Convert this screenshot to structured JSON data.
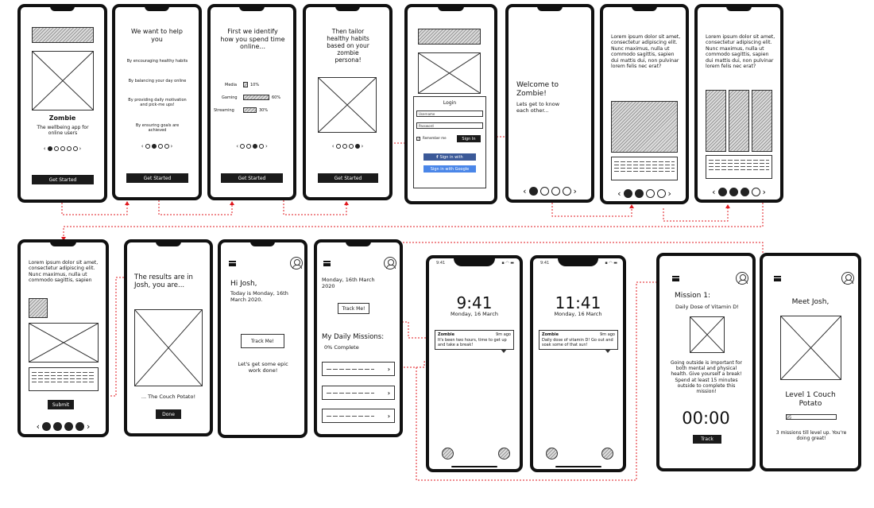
{
  "colors": {
    "flow": "#e0191f",
    "ink": "#111111",
    "facebook": "#3b5998",
    "google": "#4a86e8"
  },
  "s1": {
    "title": "Zombie",
    "tagline": "The wellbeing app for online users",
    "btn": "Get Started"
  },
  "s2": {
    "heading": "We want to help you",
    "items": [
      "By encouraging healthy habits",
      "By balancing your day online",
      "By providing daily motivation and pick-me ups!",
      "By ensuring goals are achieved"
    ],
    "btn": "Get Started"
  },
  "s3": {
    "heading": "First we identify how you spend time online...",
    "media": [
      {
        "label": "Media",
        "value": "10%",
        "fraction": 0.1
      },
      {
        "label": "Gaming",
        "value": "60%",
        "fraction": 0.6
      },
      {
        "label": "Streaming",
        "value": "30%",
        "fraction": 0.3
      }
    ],
    "btn": "Get Started"
  },
  "s4": {
    "heading": "Then tailor healthy habits based on your zombie persona!",
    "btn": "Get Started"
  },
  "s5": {
    "login_title": "Login",
    "username_ph": "Username",
    "password_ph": "Password",
    "remember": "Remember me",
    "signin": "Sign In",
    "facebook": "Sign in with",
    "google": "Sign in with Google"
  },
  "s6": {
    "heading": "Welcome to Zombie!",
    "sub": "Lets get to know each other..."
  },
  "s7": {
    "lorem": "Lorem ipsum dolor sit amet, consectetur adipiscing elit. Nunc maximus, nulla ut commodo sagittis, sapien dui mattis dui, non pulvinar lorem felis nec erat?"
  },
  "s8": {
    "lorem": "Lorem ipsum dolor sit amet, consectetur adipiscing elit. Nunc maximus, nulla ut commodo sagittis, sapien dui mattis dui, non pulvinar lorem felis nec erat?"
  },
  "s9": {
    "lorem": "Lorem ipsum dolor sit amet, consectetur adipiscing elit. Nunc maximus, nulla ut commodo sagittis, sapien",
    "btn": "Submit"
  },
  "s10": {
    "heading": "The results are in Josh, you are...",
    "result": "... The Couch Potato!",
    "btn": "Done"
  },
  "s11": {
    "greeting": "Hi Josh,",
    "date": "Today is Monday, 16th March 2020.",
    "btn": "Track Me!",
    "motto": "Let's get some epic work done!"
  },
  "s12": {
    "date": "Monday, 16th March 2020",
    "btn": "Track Me!",
    "missions_title": "My Daily Missions:",
    "complete": "0% Complete"
  },
  "s13": {
    "status_time": "9:41",
    "clock": "9:41",
    "date": "Monday, 16 March",
    "notif_app": "Zombie",
    "notif_time": "9m ago",
    "notif_body": "It's been two hours, time to get up and take a break!"
  },
  "s14": {
    "status_time": "9:41",
    "clock": "11:41",
    "date": "Monday, 16 March",
    "notif_app": "Zombie",
    "notif_time": "9m ago",
    "notif_body": "Daily dose of vitamin D! Go out and soak some of that sun!"
  },
  "s15": {
    "title": "Mission 1:",
    "subtitle": "Daily Dose of Vitamin D!",
    "body": "Going outside is important for both mental and physical health. Give yourself a break! Spend at least 15 minutes outside to complete this mission!",
    "timer": "00:00",
    "btn": "Track"
  },
  "s16": {
    "heading": "Meet Josh,",
    "level": "Level 1 Couch Potato",
    "level_progress": 0.1,
    "note": "3 missions till level up. You're doing great!"
  }
}
